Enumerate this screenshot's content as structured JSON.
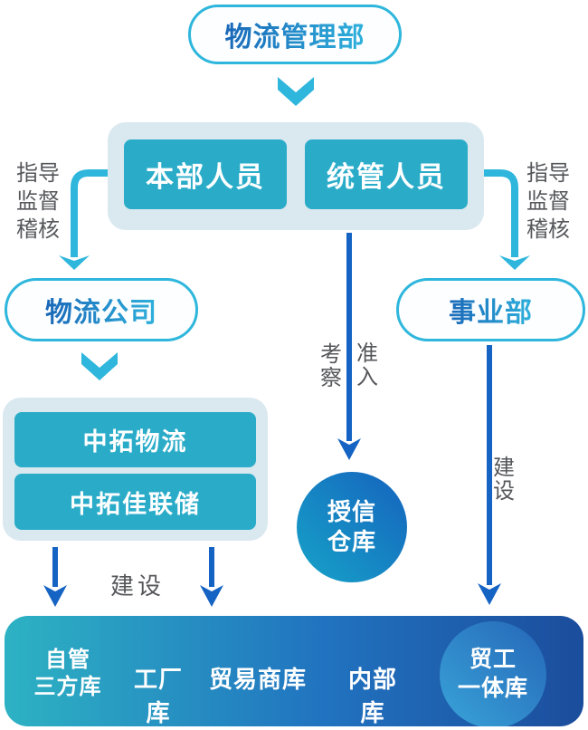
{
  "colors": {
    "teal_box": "#2AACC9",
    "panel_bg": "#DAE8F0",
    "cyan": "#2EB6DC",
    "dark_blue": "#1563C3",
    "gray_text": "#56575B",
    "text_gradient_start": "#1A68B8",
    "text_gradient_end": "#2FB1DC",
    "bar_gradient_start": "#2DB2C3",
    "bar_gradient_mid": "#2173C0",
    "bar_gradient_end": "#1B4D9C",
    "credit_circle_start": "#17A3C8",
    "credit_circle_end": "#1563BE",
    "bar_circle_start": "#39A4D8",
    "bar_circle_end": "#2566B8"
  },
  "nodes": {
    "root": "物流管理部",
    "hq_staff": "本部人员",
    "unified_staff": "统管人员",
    "logistics_company": "物流公司",
    "business_division": "事业部",
    "company1": "中拓物流",
    "company2": "中拓佳联储",
    "credit_warehouse_line1": "授信",
    "credit_warehouse_line2": "仓库"
  },
  "edge_labels": {
    "left_supervision": [
      "指导",
      "监督",
      "稽核"
    ],
    "right_supervision": [
      "指导",
      "监督",
      "稽核"
    ],
    "inspect": "考察",
    "entry": "准入",
    "build_left": "建设",
    "build_right": "建设"
  },
  "warehouse_bar": {
    "item1_line1": "自管",
    "item1_line2": "三方库",
    "item2": "工厂库",
    "item3": "贸易商库",
    "item4": "内部库",
    "circle_line1": "贸工",
    "circle_line2": "一体库"
  }
}
